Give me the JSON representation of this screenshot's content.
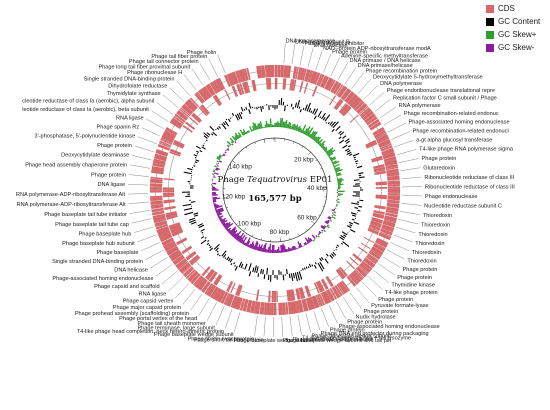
{
  "title_prefix": "Phage",
  "title_genus": "Tequatrovirus",
  "title_strain": "EP01",
  "genome_length_label": "165,577 bp",
  "scale_ticks": [
    {
      "label": "20 kbp",
      "kbp": 20
    },
    {
      "label": "40 kbp",
      "kbp": 40
    },
    {
      "label": "60 kbp",
      "kbp": 60
    },
    {
      "label": "80 kbp",
      "kbp": 80
    },
    {
      "label": "100 kbp",
      "kbp": 100
    },
    {
      "label": "120 kbp",
      "kbp": 120
    },
    {
      "label": "140 kbp",
      "kbp": 140
    }
  ],
  "legend": [
    {
      "label": "CDS",
      "color": "#d9686b"
    },
    {
      "label": "GC Content",
      "color": "#000000"
    },
    {
      "label": "GC Skew+",
      "color": "#2e9e2e"
    },
    {
      "label": "GC Skew-",
      "color": "#8b1c9c"
    }
  ],
  "labels_right": [
    "DNA topoisomerase",
    "DNA gyrase subunit B",
    "Phage rIIA lysis inhibitor",
    "DNA helicase",
    "NAD--protein ADP-ribosyltransferase modA",
    "Phage protein",
    "Adenine-specific methyltransferase",
    "DNA primase / DNA helicase",
    "DNA primase/helicase",
    "Phage recombination protein",
    "Deoxycytidylate 5-hydroxymethyltransferase",
    "DNA polymerase",
    "Phage endoribonuclease translational repre",
    "Replication factor C small subunit / Phage",
    "RNA polymerase",
    "Phage recombination-related endonuc",
    "Phage-associated homing endonuclease",
    "Phage recombination-related endonucl",
    "a-gt alpha glucosyl transferase",
    "T4-like phage RNA polymerase sigma",
    "Phage protein",
    "Glutaredoxin",
    "Ribonucleotide reductase of class III",
    "Ribonucleotide reductase of class III",
    "Phage endonuclease",
    "Nucleotide reductase subunit C",
    "Thioredoxin",
    "Thioredoxin",
    "Thioredoxin",
    "Thioredoxin",
    "Thioredoxin",
    "Thioredoxin",
    "Phage protein",
    "Phage protein",
    "Thymidine kinase",
    "T4-like phage protein",
    "Phage protein",
    "Pyruvate formate-lyase",
    "Phage protein",
    "Nudix hydrolase",
    "Phage protein",
    "Phage-associated homing endonuclease",
    "Phage protein",
    "Phage DNA end protector during packaging",
    "Phage baseplate wedge subunit",
    "T4-like phage baseplate hub + tail lysozyme",
    "Phage baseplate wedge subunit",
    "Phage baseplate wedge subunit and tail pin",
    "Phage baseplate wedge subunit",
    "Phage short tail fiber protein",
    "Phage fibritin (wac) protein"
  ],
  "labels_left": [
    "Phage holin",
    "Phage tail fiber protein",
    "Phage tail connector protein",
    "Phage long tail fiber proximal subunit",
    "Phage ribonuclease H",
    "Single stranded DNA-binding protein",
    "Dihydrofolate reductase",
    "Thymidylate synthase",
    "cleotide reductase of class Ia (aerobic), alpha subunit",
    "leotide reductase of class Ia (aerobic), beta subunit",
    "RNA ligase",
    "Phage spanin Rz",
    "3'-phosphatase, 5'-polynucleotide kinase",
    "Phage protein",
    "Deoxycytidylate deaminase",
    "Phage head assembly chaperone protein",
    "Phage protein",
    "DNA ligase",
    "RNA polymerase-ADP-ribosyltransferase Alt",
    "RNA polymerase-ADP-ribosyltransferase Alt",
    "Phage baseplate tail tube initiator",
    "Phage baseplate tail tube cap",
    "Phage baseplate hub",
    "Phage baseplate hub subunit",
    "Phage baseplate",
    "Single stranded DNA-binding protein",
    "DNA helicase",
    "Phage-associated homing endonuclease",
    "Phage capsid and scaffold",
    "RNA ligase",
    "Phage capsid vertex",
    "Phage major capsid protein",
    "Phage prohead assembly (scaffolding) protein",
    "Phage portal vertex of the head",
    "Phage tail sheath monomer",
    "Phage terminase, large subunit",
    "T4-like phage head completion, neck hetero-dimeric protein",
    "Phage baseplate wedge subunit"
  ]
}
